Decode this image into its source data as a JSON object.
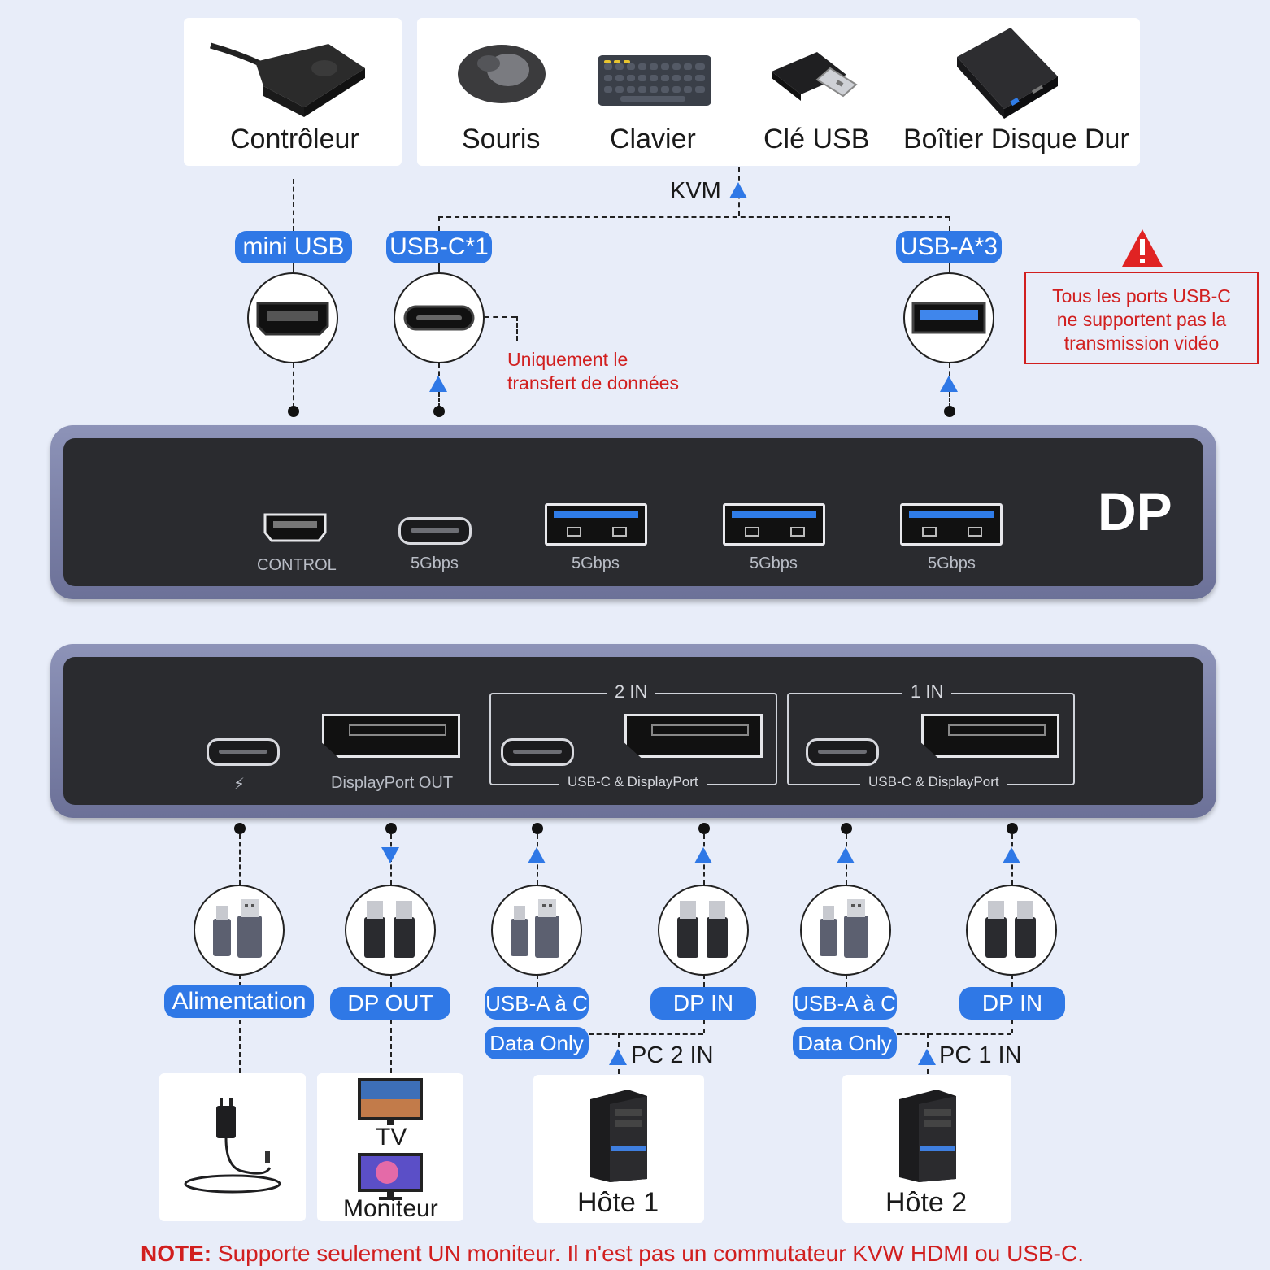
{
  "peripherals": {
    "controller": "Contrôleur",
    "mouse": "Souris",
    "keyboard": "Clavier",
    "usb_key": "Clé USB",
    "hdd_enclosure": "Boîtier Disque Dur"
  },
  "kvm_label": "KVM",
  "top_pills": {
    "mini_usb": "mini USB",
    "usb_c": "USB-C*1",
    "usb_a": "USB-A*3"
  },
  "data_only_note": [
    "Uniquement le",
    "transfert de données"
  ],
  "warning_lines": [
    "Tous les ports USB-C",
    "ne supportent pas la",
    "transmission vidéo"
  ],
  "front_panel": {
    "control": "CONTROL",
    "speed": "5Gbps",
    "logo": "DP"
  },
  "rear_panel": {
    "dp_out": "DisplayPort OUT",
    "in2": "2 IN",
    "in1": "1 IN",
    "usb_c_dp": "USB-C & DisplayPort",
    "power_glyph": "⚡"
  },
  "bottom_pills": {
    "power": "Alimentation",
    "dp_out": "DP OUT",
    "usba_c": "USB-A à C",
    "dp_in": "DP IN",
    "data_only": "Data Only"
  },
  "pc_labels": {
    "pc2": "PC 2 IN",
    "pc1": "PC 1 IN"
  },
  "destinations": {
    "tv": "TV",
    "monitor": "Moniteur",
    "host1": "Hôte 1",
    "host2": "Hôte 2"
  },
  "note": {
    "prefix": "NOTE:",
    "text": " Supporte seulement UN moniteur. Il n'est pas un commutateur KVW HDMI ou USB-C."
  },
  "colors": {
    "accent": "#2f78e6",
    "warning": "#d11f1f",
    "background": "#e8edf9"
  }
}
